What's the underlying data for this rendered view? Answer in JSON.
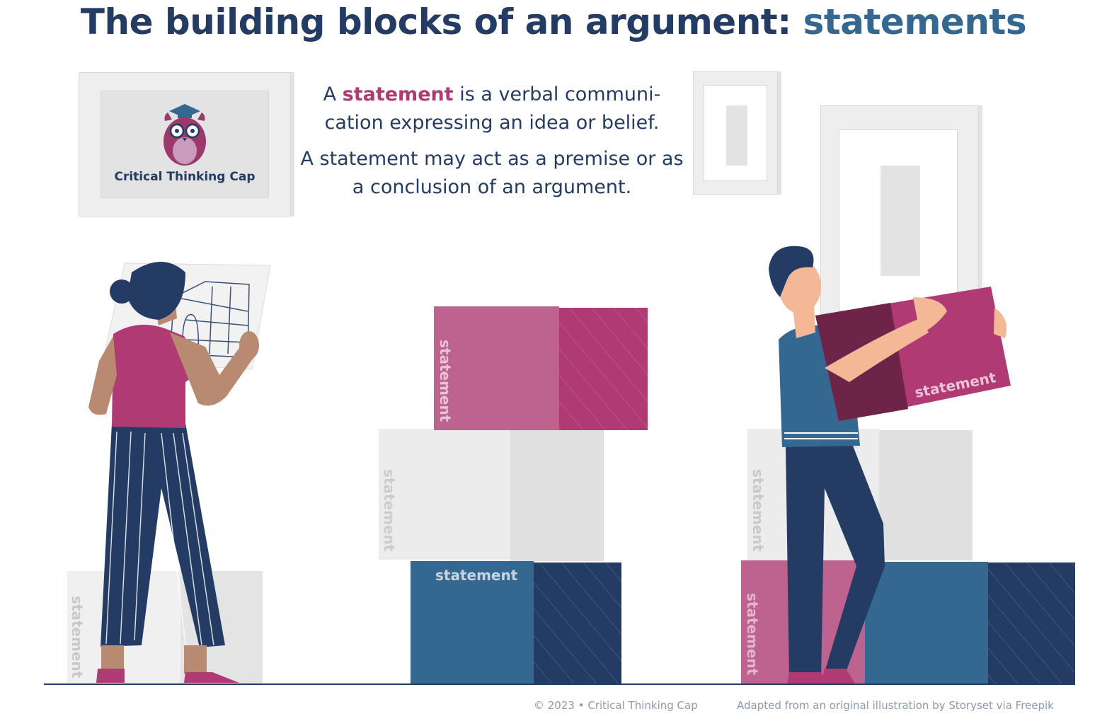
{
  "title": {
    "prefix": "The building blocks of an argument: ",
    "highlight": "statements"
  },
  "definition": {
    "line1_start": "A ",
    "keyword": "statement",
    "line1_rest": " is a verbal communi-cation expressing an idea or belief.",
    "line2": "A statement may act as a premise or as a conclusion of an argument."
  },
  "logo": {
    "name": "Critical Thinking Cap",
    "icon": "owl-graduation-cap-icon"
  },
  "box_label": "statement",
  "footer": {
    "copyright": "© 2023 • Critical Thinking Cap",
    "credit": "Adapted from an original illustration by Storyset via Freepik"
  },
  "colors": {
    "navy": "#243c63",
    "blue": "#346890",
    "magenta": "#b03a73",
    "pink": "#be6290",
    "gray": "#e6e6e6"
  }
}
